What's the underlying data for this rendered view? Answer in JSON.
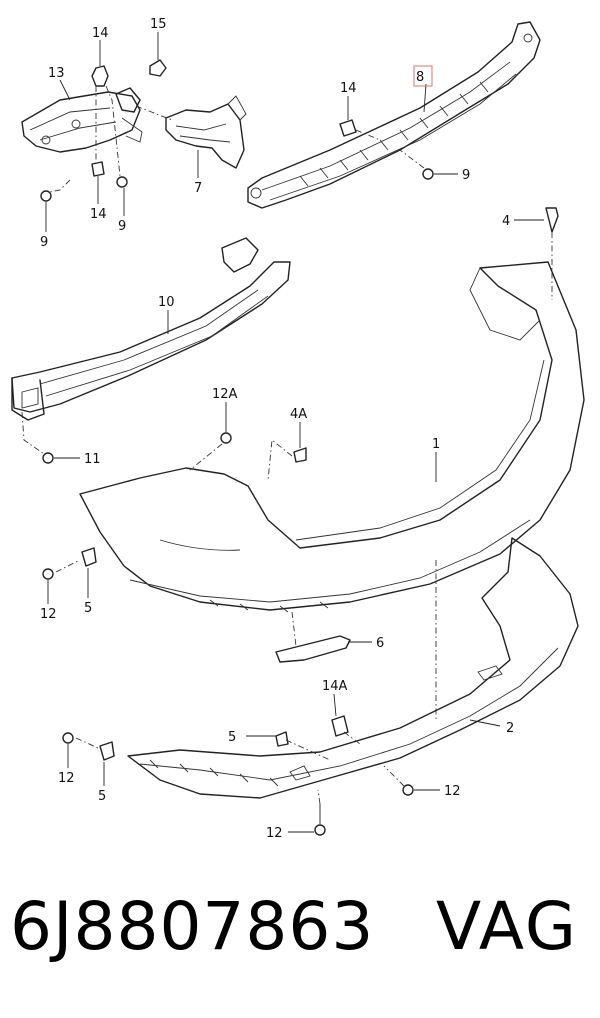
{
  "callouts": {
    "c1": "1",
    "c2": "2",
    "c4": "4",
    "c4a": "4A",
    "c5a": "5",
    "c5b": "5",
    "c5c": "5",
    "c6": "6",
    "c7": "7",
    "c8": "8",
    "c9a": "9",
    "c9b": "9",
    "c9c": "9",
    "c10": "10",
    "c11": "11",
    "c12a": "12",
    "c12b": "12",
    "c12c": "12",
    "c12d": "12",
    "c12e": "12A",
    "c13": "13",
    "c14a": "14",
    "c14b": "14",
    "c14c": "14",
    "c14d": "14A",
    "c15": "15"
  },
  "highlight_color": "#e07070",
  "footer": {
    "part_number": "6J8807863",
    "brand": "VAG"
  }
}
